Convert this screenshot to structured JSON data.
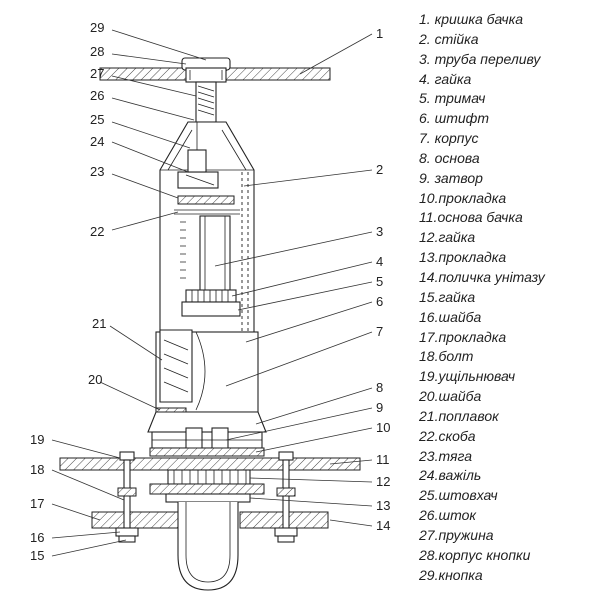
{
  "legend": [
    {
      "n": "1.",
      "t": "кришка бачка"
    },
    {
      "n": "2.",
      "t": "стійка"
    },
    {
      "n": "3.",
      "t": "труба переливу"
    },
    {
      "n": "4.",
      "t": "гайка"
    },
    {
      "n": "5.",
      "t": "тримач"
    },
    {
      "n": "6.",
      "t": "штифт"
    },
    {
      "n": "7.",
      "t": "корпус"
    },
    {
      "n": "8.",
      "t": "основа"
    },
    {
      "n": "9.",
      "t": "затвор"
    },
    {
      "n": "10.",
      "t": "прокладка"
    },
    {
      "n": "11.",
      "t": "основа бачка"
    },
    {
      "n": "12.",
      "t": "гайка"
    },
    {
      "n": "13.",
      "t": "прокладка"
    },
    {
      "n": "14.",
      "t": "поличка унітазу"
    },
    {
      "n": "15.",
      "t": "гайка"
    },
    {
      "n": "16.",
      "t": "шайба"
    },
    {
      "n": "17.",
      "t": "прокладка"
    },
    {
      "n": "18.",
      "t": "болт"
    },
    {
      "n": "19.",
      "t": "ущільнювач"
    },
    {
      "n": "20.",
      "t": "шайба"
    },
    {
      "n": "21.",
      "t": "поплавок"
    },
    {
      "n": "22.",
      "t": "скоба"
    },
    {
      "n": "23.",
      "t": "тяга"
    },
    {
      "n": "24.",
      "t": "важіль"
    },
    {
      "n": "25.",
      "t": "штовхач"
    },
    {
      "n": "26.",
      "t": "шток"
    },
    {
      "n": "27.",
      "t": "пружина"
    },
    {
      "n": "28.",
      "t": "корпус кнопки"
    },
    {
      "n": "29.",
      "t": "кнопка"
    }
  ],
  "callouts": {
    "c1": "1",
    "c2": "2",
    "c3": "3",
    "c4": "4",
    "c5": "5",
    "c6": "6",
    "c7": "7",
    "c8": "8",
    "c9": "9",
    "c10": "10",
    "c11": "11",
    "c12": "12",
    "c13": "13",
    "c14": "14",
    "c15": "15",
    "c16": "16",
    "c17": "17",
    "c18": "18",
    "c19": "19",
    "c20": "20",
    "c21": "21",
    "c22": "22",
    "c23": "23",
    "c24": "24",
    "c25": "25",
    "c26": "26",
    "c27": "27",
    "c28": "28",
    "c29": "29"
  }
}
